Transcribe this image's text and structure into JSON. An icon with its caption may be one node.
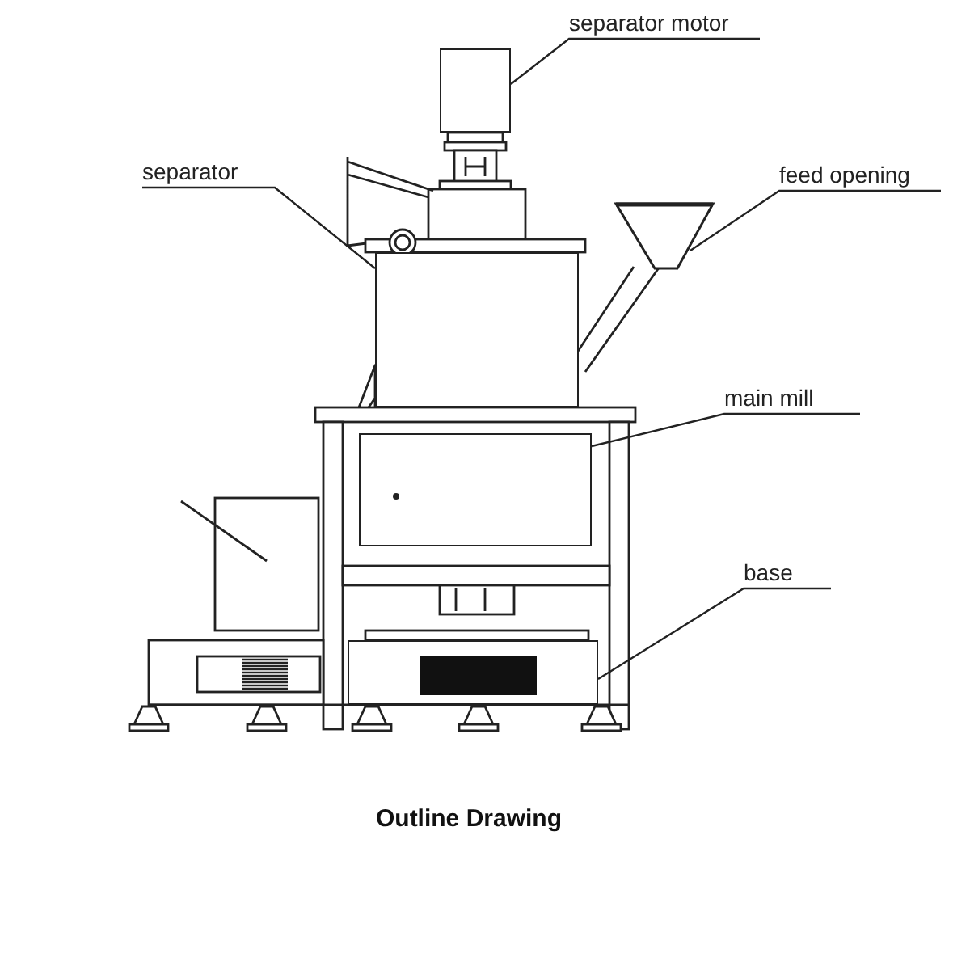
{
  "diagram": {
    "caption": "Outline Drawing",
    "nodes": [
      {
        "text": [
          "separator motor"
        ]
      },
      {
        "text": [
          "separator"
        ]
      },
      {
        "text": [
          "feed opening"
        ]
      },
      {
        "text": [
          "main mill"
        ]
      },
      {
        "text": [
          "base"
        ]
      },
      {
        "text": [],
        "shape": "box"
      },
      {
        "text": [],
        "shape": "cylinder"
      },
      {
        "text": [],
        "shape": "picture"
      },
      {
        "text": [],
        "shape": "box"
      },
      {
        "text": [],
        "shape": "box"
      }
    ],
    "edges": [
      {
        "from": 0,
        "to": 5,
        "arrow": "none"
      },
      {
        "from": 1,
        "to": 6,
        "arrow": "none"
      },
      {
        "from": 2,
        "to": 7,
        "arrow": "none"
      },
      {
        "from": 3,
        "to": 8,
        "arrow": "none"
      },
      {
        "from": 4,
        "to": 9,
        "arrow": "none"
      }
    ]
  }
}
